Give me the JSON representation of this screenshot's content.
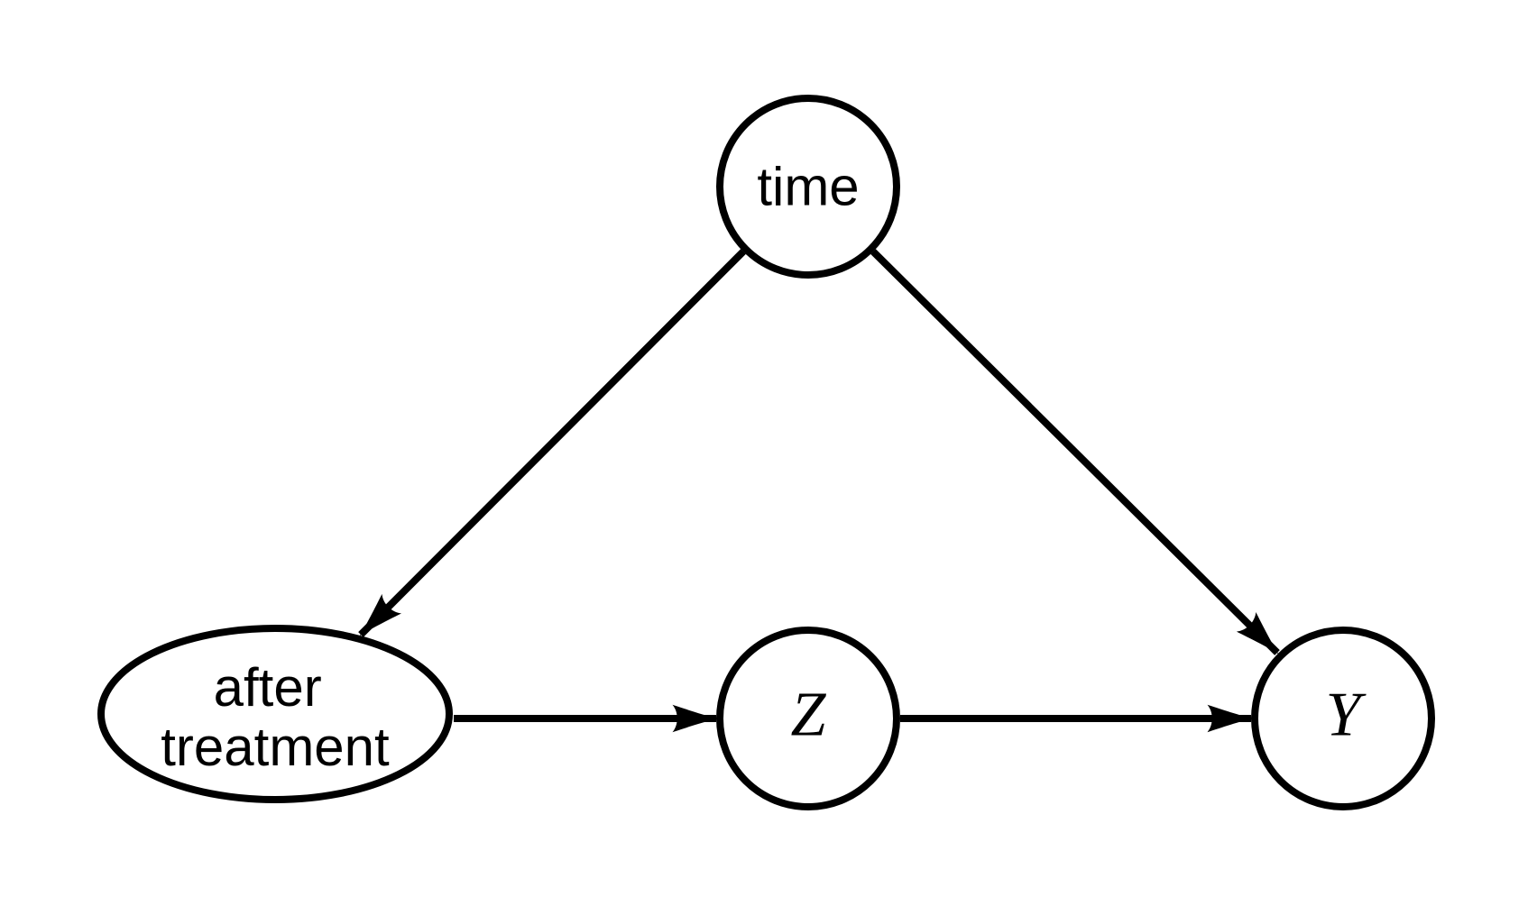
{
  "diagram": {
    "kind": "causal-dag",
    "colors": {
      "background": "#ffffff",
      "ink": "#000000"
    },
    "nodes": [
      {
        "id": "time",
        "shape": "circle",
        "label": "time"
      },
      {
        "id": "after_treatment",
        "shape": "ellipse",
        "label_lines": [
          "after",
          "treatment"
        ]
      },
      {
        "id": "z",
        "shape": "circle",
        "label": "Z"
      },
      {
        "id": "y",
        "shape": "circle",
        "label": "Y"
      }
    ],
    "edges": [
      {
        "from": "time",
        "to": "after_treatment",
        "style": "solid-arrow"
      },
      {
        "from": "time",
        "to": "y",
        "style": "solid-arrow"
      },
      {
        "from": "after_treatment",
        "to": "z",
        "style": "solid-arrow"
      },
      {
        "from": "z",
        "to": "y",
        "style": "solid-arrow"
      }
    ]
  }
}
